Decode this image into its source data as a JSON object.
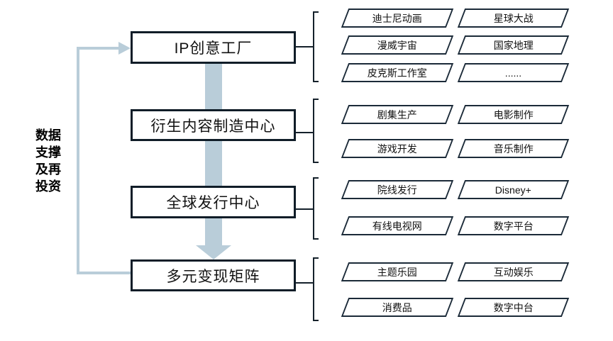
{
  "diagram": {
    "side_label_lines": [
      "数据",
      "支撑",
      "及再",
      "投资"
    ],
    "stages": [
      {
        "label": "IP创意工厂",
        "items": [
          "迪士尼动画",
          "星球大战",
          "漫威宇宙",
          "国家地理",
          "皮克斯工作室",
          "......"
        ]
      },
      {
        "label": "衍生内容制造中心",
        "items": [
          "剧集生产",
          "电影制作",
          "游戏开发",
          "音乐制作"
        ]
      },
      {
        "label": "全球发行中心",
        "items": [
          "院线发行",
          "Disney+",
          "有线电视网",
          "数字平台"
        ]
      },
      {
        "label": "多元变现矩阵",
        "items": [
          "主题乐园",
          "互动娱乐",
          "消费品",
          "数字中台"
        ]
      }
    ],
    "colors": {
      "flow_accent": "#b9cdd9",
      "box_border": "#101d28",
      "item_border": "#1b2a38",
      "text": "#111111",
      "background": "#ffffff"
    }
  }
}
